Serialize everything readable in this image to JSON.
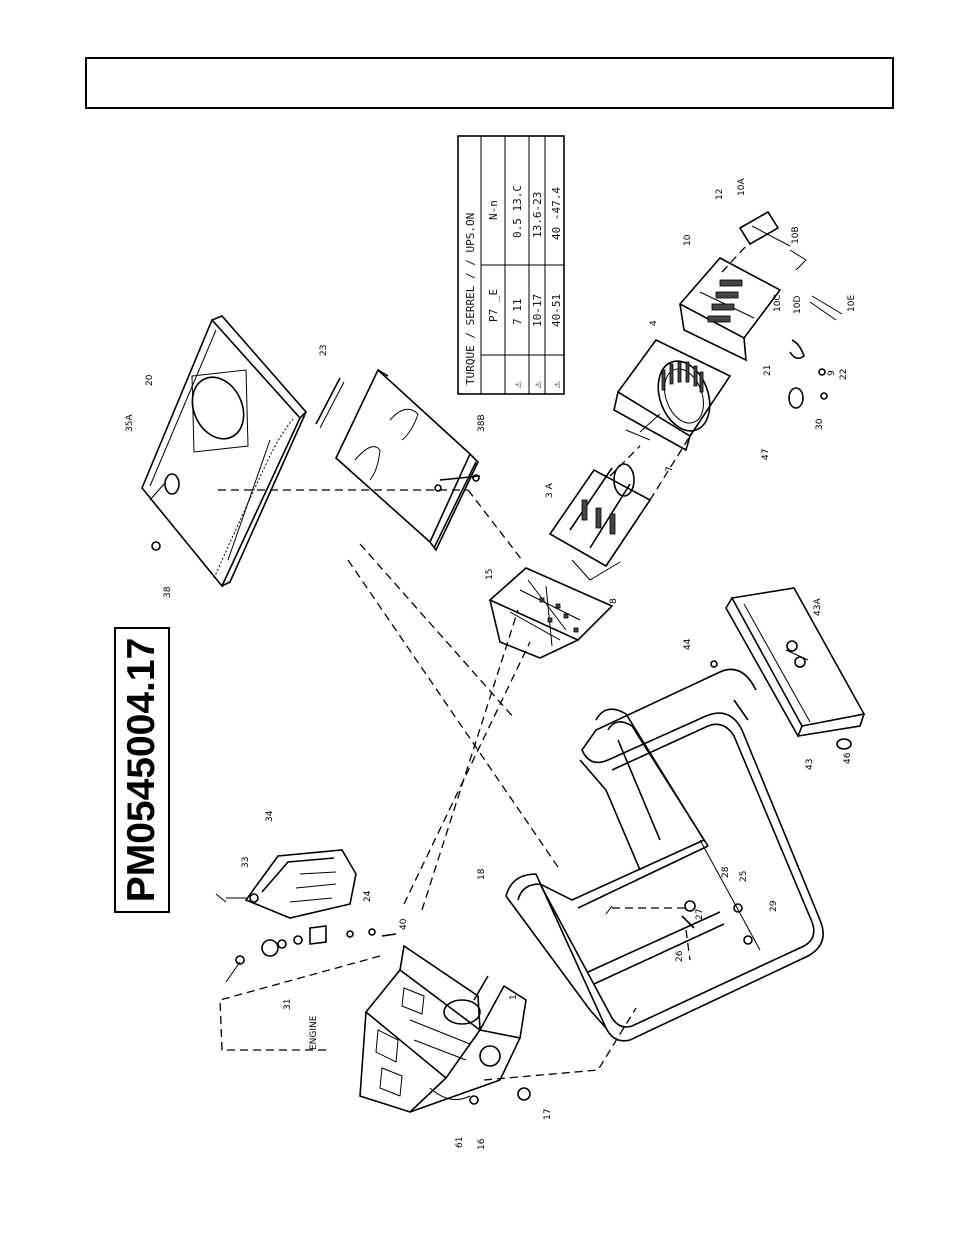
{
  "header": {
    "title": ""
  },
  "model_label": "PM0545004.17",
  "serial_table": {
    "header": "TURQUE / SERREL / / UPS.ON",
    "columns": [
      "",
      "P7 _E",
      "N-n"
    ],
    "rows": [
      [
        "⚠",
        "7 11",
        "0.5 13.C"
      ],
      [
        "⚠",
        "10-17",
        "13.6-23"
      ],
      [
        "⚠",
        "40-51",
        "40 -47.4"
      ]
    ]
  },
  "engine_label": "ENGINE",
  "callouts": [
    {
      "id": "c-35a",
      "text": "35A"
    },
    {
      "id": "c-20",
      "text": "20"
    },
    {
      "id": "c-23",
      "text": "23"
    },
    {
      "id": "c-38b",
      "text": "38B"
    },
    {
      "id": "c-38",
      "text": "38"
    },
    {
      "id": "c-15",
      "text": "15"
    },
    {
      "id": "c-3a",
      "text": "3 A"
    },
    {
      "id": "c-8",
      "text": "8"
    },
    {
      "id": "c-7",
      "text": "7"
    },
    {
      "id": "c-4",
      "text": "4"
    },
    {
      "id": "c-10",
      "text": "10"
    },
    {
      "id": "c-12",
      "text": "12"
    },
    {
      "id": "c-10a",
      "text": "10A"
    },
    {
      "id": "c-10b",
      "text": "10B"
    },
    {
      "id": "c-10c",
      "text": "10C"
    },
    {
      "id": "c-10d",
      "text": "10D"
    },
    {
      "id": "c-10e",
      "text": "10E"
    },
    {
      "id": "c-9",
      "text": "9"
    },
    {
      "id": "c-30",
      "text": "30"
    },
    {
      "id": "c-47",
      "text": "47"
    },
    {
      "id": "c-21",
      "text": "21"
    },
    {
      "id": "c-22",
      "text": "22"
    },
    {
      "id": "c-34",
      "text": "34"
    },
    {
      "id": "c-43a",
      "text": "43A"
    },
    {
      "id": "c-44",
      "text": "44"
    },
    {
      "id": "c-46",
      "text": "46"
    },
    {
      "id": "c-43",
      "text": "43"
    },
    {
      "id": "c-18",
      "text": "18"
    },
    {
      "id": "c-25",
      "text": "25"
    },
    {
      "id": "c-28",
      "text": "28"
    },
    {
      "id": "c-29",
      "text": "29"
    },
    {
      "id": "c-27",
      "text": "27"
    },
    {
      "id": "c-26",
      "text": "26"
    },
    {
      "id": "c-33",
      "text": "33"
    },
    {
      "id": "c-40",
      "text": "40"
    },
    {
      "id": "c-24",
      "text": "24"
    },
    {
      "id": "c-31",
      "text": "31"
    },
    {
      "id": "c-1",
      "text": "1"
    },
    {
      "id": "c-17",
      "text": "17"
    },
    {
      "id": "c-16",
      "text": "16"
    },
    {
      "id": "c-61",
      "text": "61"
    }
  ]
}
